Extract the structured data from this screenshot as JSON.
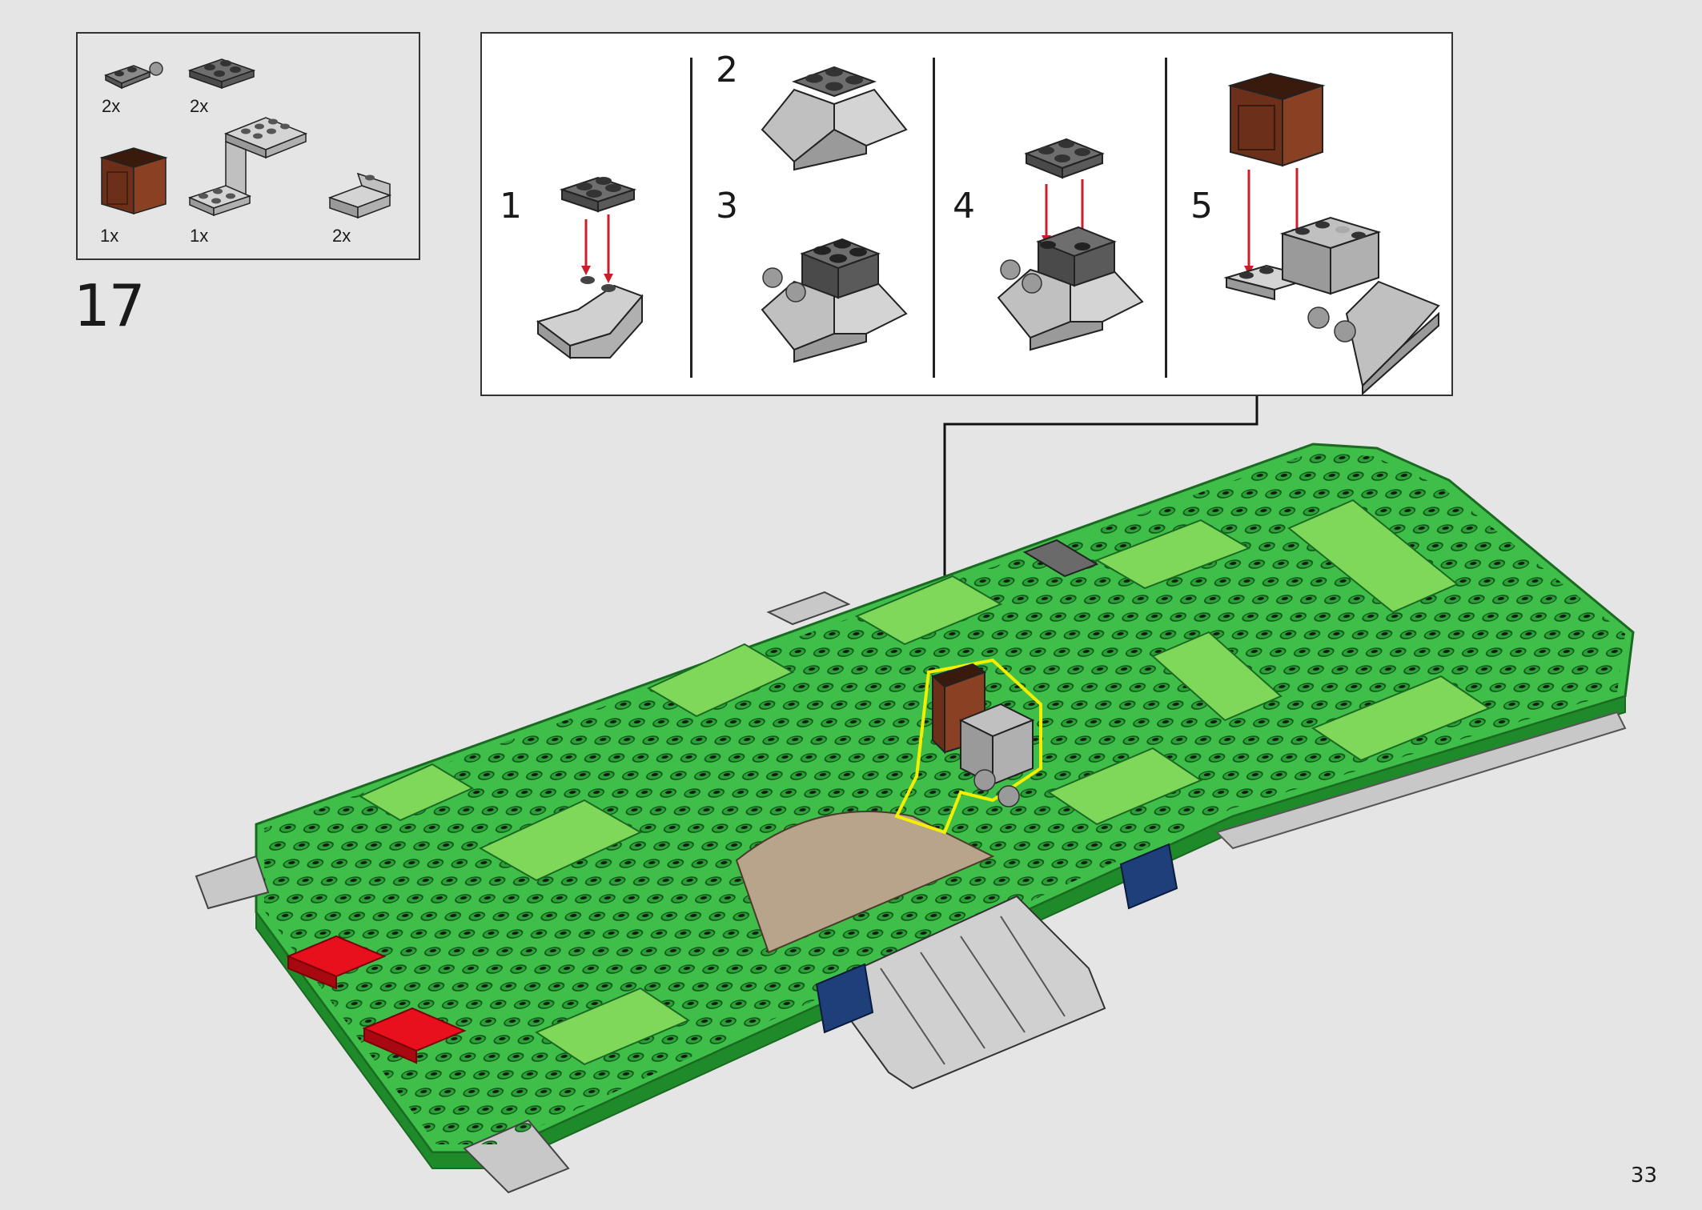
{
  "step": {
    "number": "17"
  },
  "parts_list": {
    "items": [
      {
        "qty": "2x",
        "color": "#8a8a8a",
        "icon": "plate-with-ball-icon"
      },
      {
        "qty": "2x",
        "color": "#6e6e6e",
        "icon": "plate-2x2-icon"
      },
      {
        "qty": "1x",
        "color": "#6b2f1a",
        "icon": "container-box-icon"
      },
      {
        "qty": "1x",
        "color": "#c8c8c8",
        "icon": "bracket-icon"
      },
      {
        "qty": "2x",
        "color": "#c8c8c8",
        "icon": "slope-brick-icon"
      }
    ]
  },
  "substeps": [
    {
      "number": "1"
    },
    {
      "number": "2"
    },
    {
      "number": "3"
    },
    {
      "number": "4"
    },
    {
      "number": "5"
    }
  ],
  "page": {
    "number": "33"
  },
  "colors": {
    "baseplate_green": "#3fbf4a",
    "light_green": "#7fd85a",
    "tan": "#b7a48a",
    "red": "#e8101c",
    "blue": "#1f3f7a",
    "light_gray": "#c8c8c8",
    "dark_gray": "#6a6a6a",
    "brown": "#6b2f1a",
    "highlight": "#f2ef00",
    "arrow": "#c8202a"
  }
}
